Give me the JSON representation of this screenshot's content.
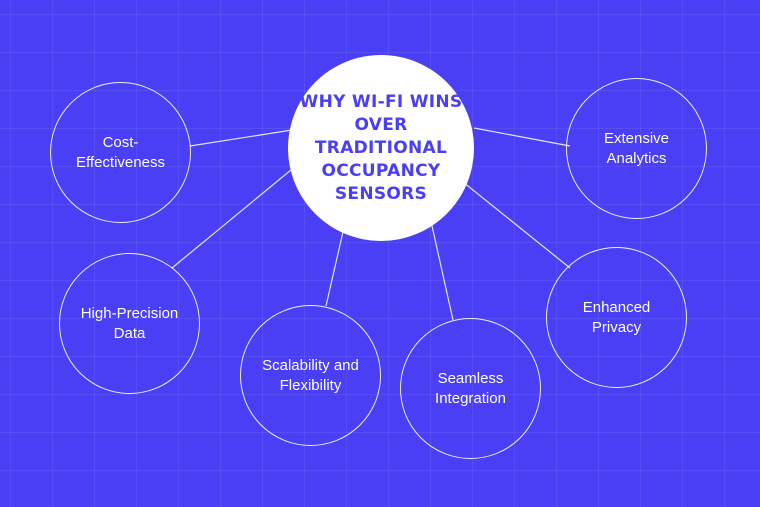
{
  "center": {
    "lines": [
      "WHY WI-FI",
      "WINS OVER",
      "TRADITIONAL",
      "OCCUPANCY",
      "SENSORS"
    ]
  },
  "nodes": [
    {
      "id": "cost-effectiveness",
      "lines": [
        "Cost-",
        "Effectiveness"
      ]
    },
    {
      "id": "high-precision-data",
      "lines": [
        "High-Precision",
        "Data"
      ]
    },
    {
      "id": "scalability-flexibility",
      "lines": [
        "Scalability and",
        "Flexibility"
      ]
    },
    {
      "id": "seamless-integration",
      "lines": [
        "Seamless",
        "Integration"
      ]
    },
    {
      "id": "enhanced-privacy",
      "lines": [
        "Enhanced",
        "Privacy"
      ]
    },
    {
      "id": "extensive-analytics",
      "lines": [
        "Extensive",
        "Analytics"
      ]
    }
  ],
  "colors": {
    "background": "#4a3ff5",
    "center_fill": "#ffffff",
    "center_text": "#4a3ff5",
    "line": "#ffffff"
  }
}
